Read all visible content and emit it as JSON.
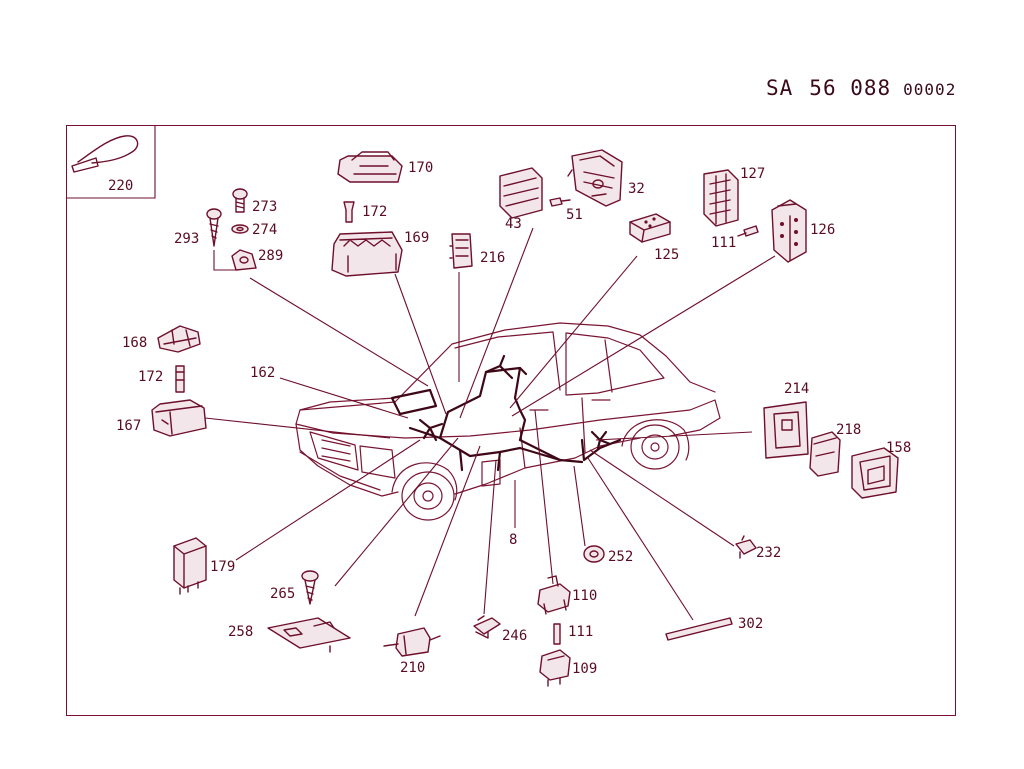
{
  "header": {
    "prefix": "SA",
    "number": "56 088",
    "suffix": "00002"
  },
  "colors": {
    "ink": "#6e0f2c",
    "frame": "#7a1030",
    "background": "#ffffff"
  },
  "parts": {
    "p220": "220",
    "p170": "170",
    "p172a": "172",
    "p273": "273",
    "p274": "274",
    "p293": "293",
    "p289": "289",
    "p169": "169",
    "p216": "216",
    "p43": "43",
    "p51": "51",
    "p32": "32",
    "p125": "125",
    "p127": "127",
    "p111a": "111",
    "p126": "126",
    "p168": "168",
    "p172b": "172",
    "p162": "162",
    "p167": "167",
    "p214": "214",
    "p218": "218",
    "p158": "158",
    "p8": "8",
    "p179": "179",
    "p252": "252",
    "p232": "232",
    "p265": "265",
    "p110": "110",
    "p302": "302",
    "p258": "258",
    "p246": "246",
    "p111b": "111",
    "p210": "210",
    "p109": "109"
  }
}
